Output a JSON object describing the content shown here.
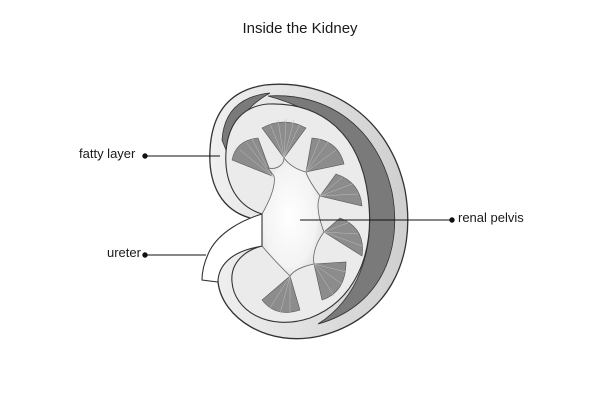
{
  "title": "Inside the Kidney",
  "labels": {
    "fatty_layer": "fatty layer",
    "ureter": "ureter",
    "renal_pelvis": "renal pelvis"
  },
  "colors": {
    "outline": "#333333",
    "outer_capsule": "#e4e4e4",
    "fatty_band": "#7a7a7a",
    "cortex": "#ececec",
    "pyramid": "#8c8c8c",
    "pelvis": "#ffffff",
    "leader": "#111111"
  }
}
